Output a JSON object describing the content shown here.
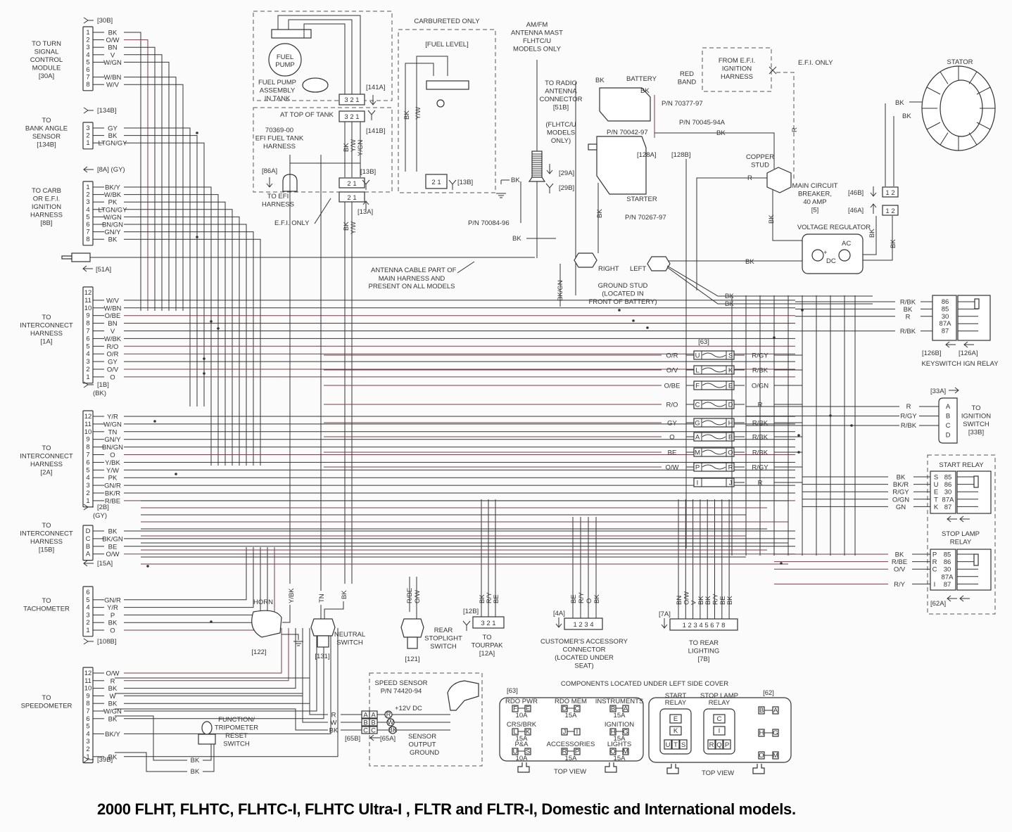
{
  "title": "2000 FLHT, FLHTC, FLHTC-I, FLHTC Ultra-I , FLTR and FLTR-I, Domestic and International models.",
  "left_connectors": [
    {
      "id": "turn-signal",
      "label": [
        "TO TURN",
        "SIGNAL",
        "CONTROL",
        "MODULE",
        "[30A]"
      ],
      "ref": "[30B]",
      "ref_icon": "male-connector",
      "pins": [
        {
          "n": "1",
          "wire": "BK"
        },
        {
          "n": "2",
          "wire": "O/W"
        },
        {
          "n": "3",
          "wire": "BN"
        },
        {
          "n": "4",
          "wire": "V"
        },
        {
          "n": "5",
          "wire": "W/GN"
        },
        {
          "n": "6",
          "wire": ""
        },
        {
          "n": "7",
          "wire": "W/BN"
        },
        {
          "n": "8",
          "wire": "W/V"
        }
      ]
    },
    {
      "id": "bank-angle",
      "label": [
        "TO",
        "BANK ANGLE",
        "SENSOR",
        "[134B]"
      ],
      "ref": "[134B]",
      "ref_icon": "male-connector",
      "pins": [
        {
          "n": "3",
          "wire": "GY"
        },
        {
          "n": "2",
          "wire": "BK"
        },
        {
          "n": "1",
          "wire": "LTGN/GY"
        }
      ]
    },
    {
      "id": "ignition-harness",
      "label": [
        "TO CARB",
        "OR E.F.I.",
        "IGNITION",
        "HARNESS",
        "[8B]"
      ],
      "ref": "[8A] (GY)",
      "ref_icon": "female-connector",
      "pins": [
        {
          "n": "1",
          "wire": "BK/Y"
        },
        {
          "n": "2",
          "wire": "W/BK"
        },
        {
          "n": "3",
          "wire": "PK"
        },
        {
          "n": "4",
          "wire": "LTGN/GY"
        },
        {
          "n": "5",
          "wire": "W/GN"
        },
        {
          "n": "6",
          "wire": "BN/GN"
        },
        {
          "n": "7",
          "wire": "GN/Y"
        },
        {
          "n": "8",
          "wire": "BK"
        }
      ]
    },
    {
      "id": "interconnect-1a",
      "label": [
        "TO",
        "INTERCONNECT",
        "HARNESS",
        "[1A]"
      ],
      "ref": "[1B]",
      "ref2": "(BK)",
      "ref_icon": "male-connector",
      "pins": [
        {
          "n": "12",
          "wire": ""
        },
        {
          "n": "11",
          "wire": "W/V"
        },
        {
          "n": "10",
          "wire": "W/BN"
        },
        {
          "n": "9",
          "wire": "O/BE"
        },
        {
          "n": "8",
          "wire": "BN"
        },
        {
          "n": "7",
          "wire": "V"
        },
        {
          "n": "6",
          "wire": "W/BK"
        },
        {
          "n": "5",
          "wire": "R/O"
        },
        {
          "n": "4",
          "wire": "O/R"
        },
        {
          "n": "3",
          "wire": "GY"
        },
        {
          "n": "2",
          "wire": "O/V"
        },
        {
          "n": "1",
          "wire": "O"
        }
      ]
    },
    {
      "id": "interconnect-2a",
      "label": [
        "TO",
        "INTERCONNECT",
        "HARNESS",
        "[2A]"
      ],
      "ref": "[2B]",
      "ref2": "(GY)",
      "ref_icon": "male-connector",
      "pins": [
        {
          "n": "12",
          "wire": "Y/R"
        },
        {
          "n": "11",
          "wire": "W/GN"
        },
        {
          "n": "10",
          "wire": "TN"
        },
        {
          "n": "9",
          "wire": "GN/Y"
        },
        {
          "n": "8",
          "wire": "BN/GN"
        },
        {
          "n": "7",
          "wire": "O"
        },
        {
          "n": "6",
          "wire": "Y/BK"
        },
        {
          "n": "5",
          "wire": "Y/W"
        },
        {
          "n": "4",
          "wire": "PK"
        },
        {
          "n": "3",
          "wire": "GN/R"
        },
        {
          "n": "2",
          "wire": "BK/R"
        },
        {
          "n": "1",
          "wire": "R/BE"
        }
      ]
    },
    {
      "id": "interconnect-15b",
      "label": [
        "TO",
        "INTERCONNECT",
        "HARNESS",
        "[15B]"
      ],
      "ref": "[15A]",
      "ref_icon": "female-connector",
      "pins": [
        {
          "n": "D",
          "wire": "BK"
        },
        {
          "n": "C",
          "wire": "BK/GN"
        },
        {
          "n": "B",
          "wire": "BE"
        },
        {
          "n": "A",
          "wire": "O/W"
        }
      ]
    },
    {
      "id": "tachometer",
      "label": [
        "TO",
        "TACHOMETER"
      ],
      "ref": "[108B]",
      "ref_icon": "male-connector",
      "pins": [
        {
          "n": "6",
          "wire": ""
        },
        {
          "n": "5",
          "wire": "GN/R"
        },
        {
          "n": "4",
          "wire": "Y/R"
        },
        {
          "n": "3",
          "wire": "P"
        },
        {
          "n": "2",
          "wire": "BK"
        },
        {
          "n": "1",
          "wire": "O"
        }
      ]
    },
    {
      "id": "speedometer",
      "label": [
        "TO",
        "SPEEDOMETER"
      ],
      "ref": "[39B]",
      "ref_icon": "male-connector",
      "pins": [
        {
          "n": "12",
          "wire": "O/W"
        },
        {
          "n": "11",
          "wire": "R"
        },
        {
          "n": "10",
          "wire": "BK"
        },
        {
          "n": "9",
          "wire": "W"
        },
        {
          "n": "8",
          "wire": "BK"
        },
        {
          "n": "7",
          "wire": "W/GN"
        },
        {
          "n": "6",
          "wire": "BK"
        },
        {
          "n": "5",
          "wire": ""
        },
        {
          "n": "4",
          "wire": "BK/Y"
        },
        {
          "n": "3",
          "wire": ""
        },
        {
          "n": "2",
          "wire": ""
        },
        {
          "n": "1",
          "wire": "BK"
        }
      ]
    }
  ],
  "antenna_plug": {
    "ref": "[51A]"
  },
  "fuel_tank": {
    "pump": "FUEL PUMP",
    "assembly": [
      "FUEL PUMP",
      "ASSEMBLY",
      "IN TANK"
    ],
    "top_of_tank": "AT TOP OF TANK",
    "harness": [
      "70369-00",
      "EFI FUEL TANK",
      "HARNESS"
    ],
    "conn_141a": "[141A]",
    "conn_141b": "[141B]",
    "pins_321": "3 2 1",
    "wires": [
      "BK",
      "Y/W",
      "Y/GN"
    ],
    "conn_86a": "[86A]",
    "to_efi": [
      "TO EFI",
      "HARNESS"
    ],
    "conn_13b": "[13B]",
    "conn_13a": "[13A]",
    "pins_21": "2 1",
    "efi_only": "E.F.I. ONLY",
    "lower_wires": [
      "BK",
      "Y/W"
    ]
  },
  "carbureted": {
    "label": "CARBURETED ONLY",
    "fuel_level": "[FUEL LEVEL]",
    "wires": [
      "BK",
      "Y/W"
    ],
    "conn": "[13B]",
    "pins": "2 1"
  },
  "antenna": {
    "label": [
      "AM/FM",
      "ANTENNA MAST",
      "FLHTC/U",
      "MODELS ONLY"
    ],
    "to_radio": [
      "TO RADIO",
      "ANTENNA",
      "CONNECTOR",
      "[51B]"
    ],
    "models": [
      "(FLHTC/U",
      "MODELS",
      "ONLY)"
    ],
    "conn_29a": "[29A]",
    "conn_29b": "[29B]",
    "ground_wire": "BK",
    "pn": "P/N 70084-96",
    "cable_note": [
      "ANTENNA CABLE PART OF",
      "MAIN HARNESS AND",
      "PRESENT ON ALL MODELS"
    ]
  },
  "battery": {
    "label": "BATTERY",
    "wire1": "BK",
    "wire2": "BK",
    "red_band": [
      "RED",
      "BAND"
    ],
    "pn1": "P/N 70377-97",
    "pn2": "P/N 70042-97",
    "pn3": "P/N 70045-94A",
    "wire3": "BK"
  },
  "starter": {
    "label": "STARTER",
    "conn_128a": "[128A]",
    "conn_128b": "[128B]",
    "wire": "BK",
    "pn": "P/N 70267-97"
  },
  "ground_stud": {
    "right": "RIGHT",
    "left": "LEFT",
    "label": [
      "GROUND STUD",
      "(LOCATED IN",
      "FRONT OF BATTERY)"
    ],
    "wire_right": "BK/GN",
    "wire_main": "BK",
    "wire_left": "BK"
  },
  "efi_ignition": {
    "label": [
      "FROM E.F.I.",
      "IGNITION",
      "HARNESS"
    ],
    "efi_only": "E.F.I. ONLY",
    "wire": "R"
  },
  "circuit_breaker": {
    "stud": [
      "COPPER",
      "STUD"
    ],
    "label": [
      "MAIN CIRCUIT",
      "BREAKER,",
      "40 AMP",
      "[5]"
    ],
    "wire_in": "R",
    "wire_out": "BK"
  },
  "voltage_regulator": {
    "label": "VOLTAGE REGULATOR",
    "ac": "AC",
    "dc": "DC",
    "plus": "+",
    "wire": "BK",
    "out_wires": [
      "BK",
      "BK"
    ]
  },
  "stator": {
    "label": "STATOR",
    "wires": [
      "BK",
      "BK"
    ],
    "conn_46b": "[46B]",
    "conn_46a": "[46A]",
    "pins": "1 2"
  },
  "fuse_block": {
    "ref": "[63]",
    "fuses": [
      {
        "in": "O/R",
        "a": "U",
        "b": "S",
        "out": "R/GY"
      },
      {
        "in": "O/V",
        "a": "L",
        "b": "K",
        "out": "R/BK"
      },
      {
        "in": "O/BE",
        "a": "F",
        "b": "E",
        "out": "O/GN"
      },
      {
        "in": "R/O",
        "a": "C",
        "b": "D",
        "out": "R"
      },
      {
        "in": "GY",
        "a": "G",
        "b": "H",
        "out": "R/BK"
      },
      {
        "in": "O",
        "a": "A",
        "b": "B",
        "out": "R/BK"
      },
      {
        "in": "BE",
        "a": "M",
        "b": "O",
        "out": "R/BK"
      },
      {
        "in": "O/W",
        "a": "P",
        "b": "R",
        "out": "R/GY"
      },
      {
        "in": "",
        "a": "I",
        "b": "J",
        "out": "R"
      }
    ]
  },
  "keyswitch_relay": {
    "label": "KEYSWITCH IGN RELAY",
    "conn_b": "[126B]",
    "conn_a": "[126A]",
    "pins": [
      {
        "wire": "R/BK",
        "pin": "86"
      },
      {
        "wire": "BK",
        "pin": "85"
      },
      {
        "wire": "R",
        "pin": "30"
      },
      {
        "wire": "",
        "pin": "87A"
      },
      {
        "wire": "R/BK",
        "pin": "87"
      }
    ],
    "ground_wires": [
      "BK",
      "BK"
    ]
  },
  "ignition_switch": {
    "label": [
      "TO",
      "IGNITION",
      "SWITCH",
      "[33B]"
    ],
    "conn": "[33A]",
    "pins": [
      {
        "wire": "R",
        "pin": "A"
      },
      {
        "wire": "R/GY",
        "pin": "B"
      },
      {
        "wire": "R/BK",
        "pin": "C"
      },
      {
        "wire": "",
        "pin": "D"
      }
    ]
  },
  "start_relay": {
    "label": "START RELAY",
    "pins": [
      {
        "wire": "BK",
        "letter": "S",
        "pin": "85"
      },
      {
        "wire": "BK/R",
        "letter": "U",
        "pin": "86"
      },
      {
        "wire": "R/GY",
        "letter": "E",
        "pin": "30"
      },
      {
        "wire": "O/GN",
        "letter": "T",
        "pin": "87A"
      },
      {
        "wire": "GN",
        "letter": "K",
        "pin": "87"
      }
    ]
  },
  "stop_lamp_relay": {
    "label": [
      "STOP LAMP",
      "RELAY"
    ],
    "conn": "[62A]",
    "pins": [
      {
        "wire": "BK",
        "letter": "P",
        "pin": "85"
      },
      {
        "wire": "R/BE",
        "letter": "R",
        "pin": "86"
      },
      {
        "wire": "O/V",
        "letter": "C",
        "pin": "30"
      },
      {
        "wire": "",
        "letter": "",
        "pin": "87A"
      },
      {
        "wire": "R/Y",
        "letter": "I",
        "pin": "87"
      }
    ]
  },
  "horn": {
    "label": "HORN",
    "ref": "[122]",
    "wire": "Y/BK"
  },
  "neutral_switch": {
    "label": [
      "NEUTRAL",
      "SWITCH"
    ],
    "ref": "[131]",
    "wires": [
      "TN",
      "BK"
    ]
  },
  "stoplight_switch": {
    "label": [
      "REAR",
      "STOPLIGHT",
      "SWITCH"
    ],
    "ref": "[121]",
    "wires": [
      "R/BE",
      "O/W"
    ]
  },
  "tourpak": {
    "label": [
      "TO",
      "TOURPAK",
      "[12A]"
    ],
    "conn": "[12B]",
    "pins": "3 2 1",
    "wires": [
      "BK",
      "R/Y",
      "BE"
    ]
  },
  "accessory_connector": {
    "label": [
      "CUSTOMER'S ACCESSORY",
      "CONNECTOR",
      "(LOCATED UNDER",
      "SEAT)"
    ],
    "conn": "[4A]",
    "pins": "1 2 3 4",
    "wires": [
      "BE",
      "R/Y",
      "O",
      "BK"
    ]
  },
  "rear_lighting": {
    "label": [
      "TO REAR",
      "LIGHTING",
      "[7B]"
    ],
    "conn": "[7A]",
    "pins": "1 2 3 4 5 6 7 8",
    "wires": [
      "BN",
      "O/W",
      "V",
      "BK",
      "BK",
      "R/Y",
      "BE",
      "BK"
    ]
  },
  "tripometer_switch": {
    "label": [
      "FUNCTION/",
      "TRIPOMETER",
      "RESET",
      "SWITCH"
    ],
    "wires": [
      "BK",
      "BK"
    ]
  },
  "speed_sensor": {
    "label": [
      "SPEED SENSOR",
      "P/N 74420-94"
    ],
    "wires_in": [
      "R",
      "W",
      "BK"
    ],
    "pins": [
      "A",
      "B",
      "C"
    ],
    "circle_labels": [
      "R",
      "W",
      "BK"
    ],
    "v12": "+12V DC",
    "output": [
      "SENSOR",
      "OUTPUT"
    ],
    "ground": "GROUND",
    "conn_65b": "[65B]",
    "conn_65a": "[65A]"
  },
  "side_cover": {
    "title": "COMPONENTS LOCATED UNDER LEFT SIDE COVER",
    "fuse_ref": "[63]",
    "relay_ref": "[62]",
    "top_view": "TOP VIEW",
    "fuses": [
      {
        "name": "RDO PWR",
        "a": "F",
        "b": "E",
        "amp": "10A"
      },
      {
        "name": "RDO MEM",
        "a": "D",
        "b": "C",
        "amp": "15A"
      },
      {
        "name": "INSTRUMENTS",
        "a": "B",
        "b": "A",
        "amp": "15A"
      },
      {
        "name": "CRS/BRK",
        "a": "L",
        "b": "K",
        "amp": "15A"
      },
      {
        "name": "",
        "a": "J",
        "b": "I",
        "amp": ""
      },
      {
        "name": "IGNITION",
        "a": "H",
        "b": "G",
        "amp": "15A"
      },
      {
        "name": "P&A",
        "a": "U",
        "b": "S",
        "amp": "10A"
      },
      {
        "name": "ACCESSORIES",
        "a": "R",
        "b": "P",
        "amp": "15A"
      },
      {
        "name": "LIGHTS",
        "a": "O",
        "b": "M",
        "amp": "15A"
      }
    ],
    "start_relay": {
      "label": [
        "START",
        "RELAY"
      ],
      "cells": [
        "E",
        "K",
        "U",
        "T",
        "S"
      ]
    },
    "stop_relay": {
      "label": [
        "STOP LAMP",
        "RELAY"
      ],
      "cells": [
        "C",
        "I",
        "R",
        "Q",
        "P"
      ]
    },
    "side_pairs": [
      {
        "a": "B",
        "b": "A"
      },
      {
        "a": "H",
        "b": "G"
      },
      {
        "a": "O",
        "b": "M"
      }
    ]
  }
}
